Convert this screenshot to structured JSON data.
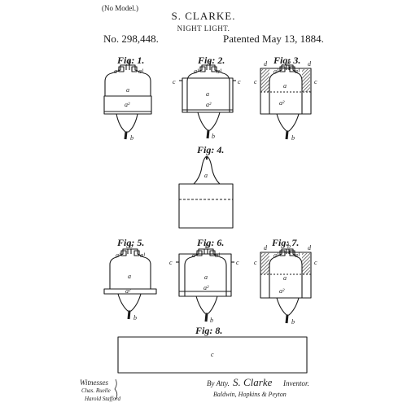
{
  "header": {
    "no_model": "(No Model.)",
    "inventor": "S. CLARKE.",
    "title": "NIGHT LIGHT.",
    "patent_number": "No. 298,448.",
    "patent_date": "Patented May 13, 1884."
  },
  "figures": {
    "fig1": "Fig: 1.",
    "fig2": "Fig: 2.",
    "fig3": "Fig: 3.",
    "fig4": "Fig: 4.",
    "fig5": "Fig: 5.",
    "fig6": "Fig: 6.",
    "fig7": "Fig: 7.",
    "fig8": "Fig: 8."
  },
  "refs": {
    "a": "a",
    "a1": "a¹",
    "a2": "a²",
    "b": "b",
    "c": "c",
    "d": "d"
  },
  "signatures": {
    "witnesses_label": "Witnesses",
    "witness_1": "Chas. Ruelle",
    "witness_2": "Harold Stafford",
    "inventor_signature": "S. Clarke",
    "attorney_prefix": "By Atty.",
    "inventor_role": "Inventor.",
    "attorneys": "Baldwin, Hopkins & Peyton"
  },
  "colors": {
    "ink": "#1a1a1a",
    "paper": "#ffffff",
    "hatch": "#555555"
  }
}
